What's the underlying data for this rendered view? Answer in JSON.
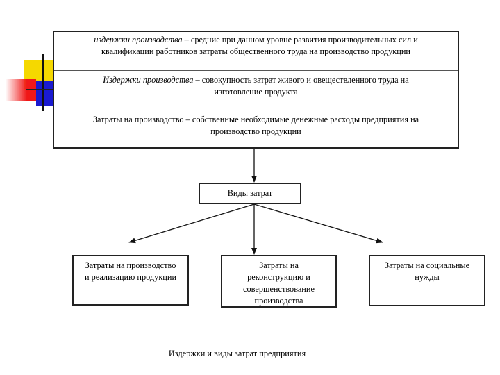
{
  "definitions": [
    {
      "lead": "издержки производства",
      "rest_line1": " – средние при данном уровне развития производительных сил и",
      "line2": "квалификации работников затраты общественного труда на производство продукции"
    },
    {
      "lead": "Издержки производства",
      "rest_line1": " – совокупность затрат живого и овеществленного труда на",
      "line2": "изготовление продукта"
    },
    {
      "lead": "",
      "rest_line1": "Затраты  на производство – собственные необходимые денежные расходы предприятия на",
      "line2": "производство продукции"
    }
  ],
  "center_box": "Виды затрат",
  "types": [
    {
      "line1": "Затраты на производство",
      "line2": "и реализацию продукции"
    },
    {
      "line1": "Затраты на",
      "line2": "реконструкцию и",
      "line3": "совершенствование",
      "line4": "производства"
    },
    {
      "line1": "Затраты на социальные",
      "line2": "нужды"
    }
  ],
  "caption": "Издержки и виды затрат предприятия"
}
